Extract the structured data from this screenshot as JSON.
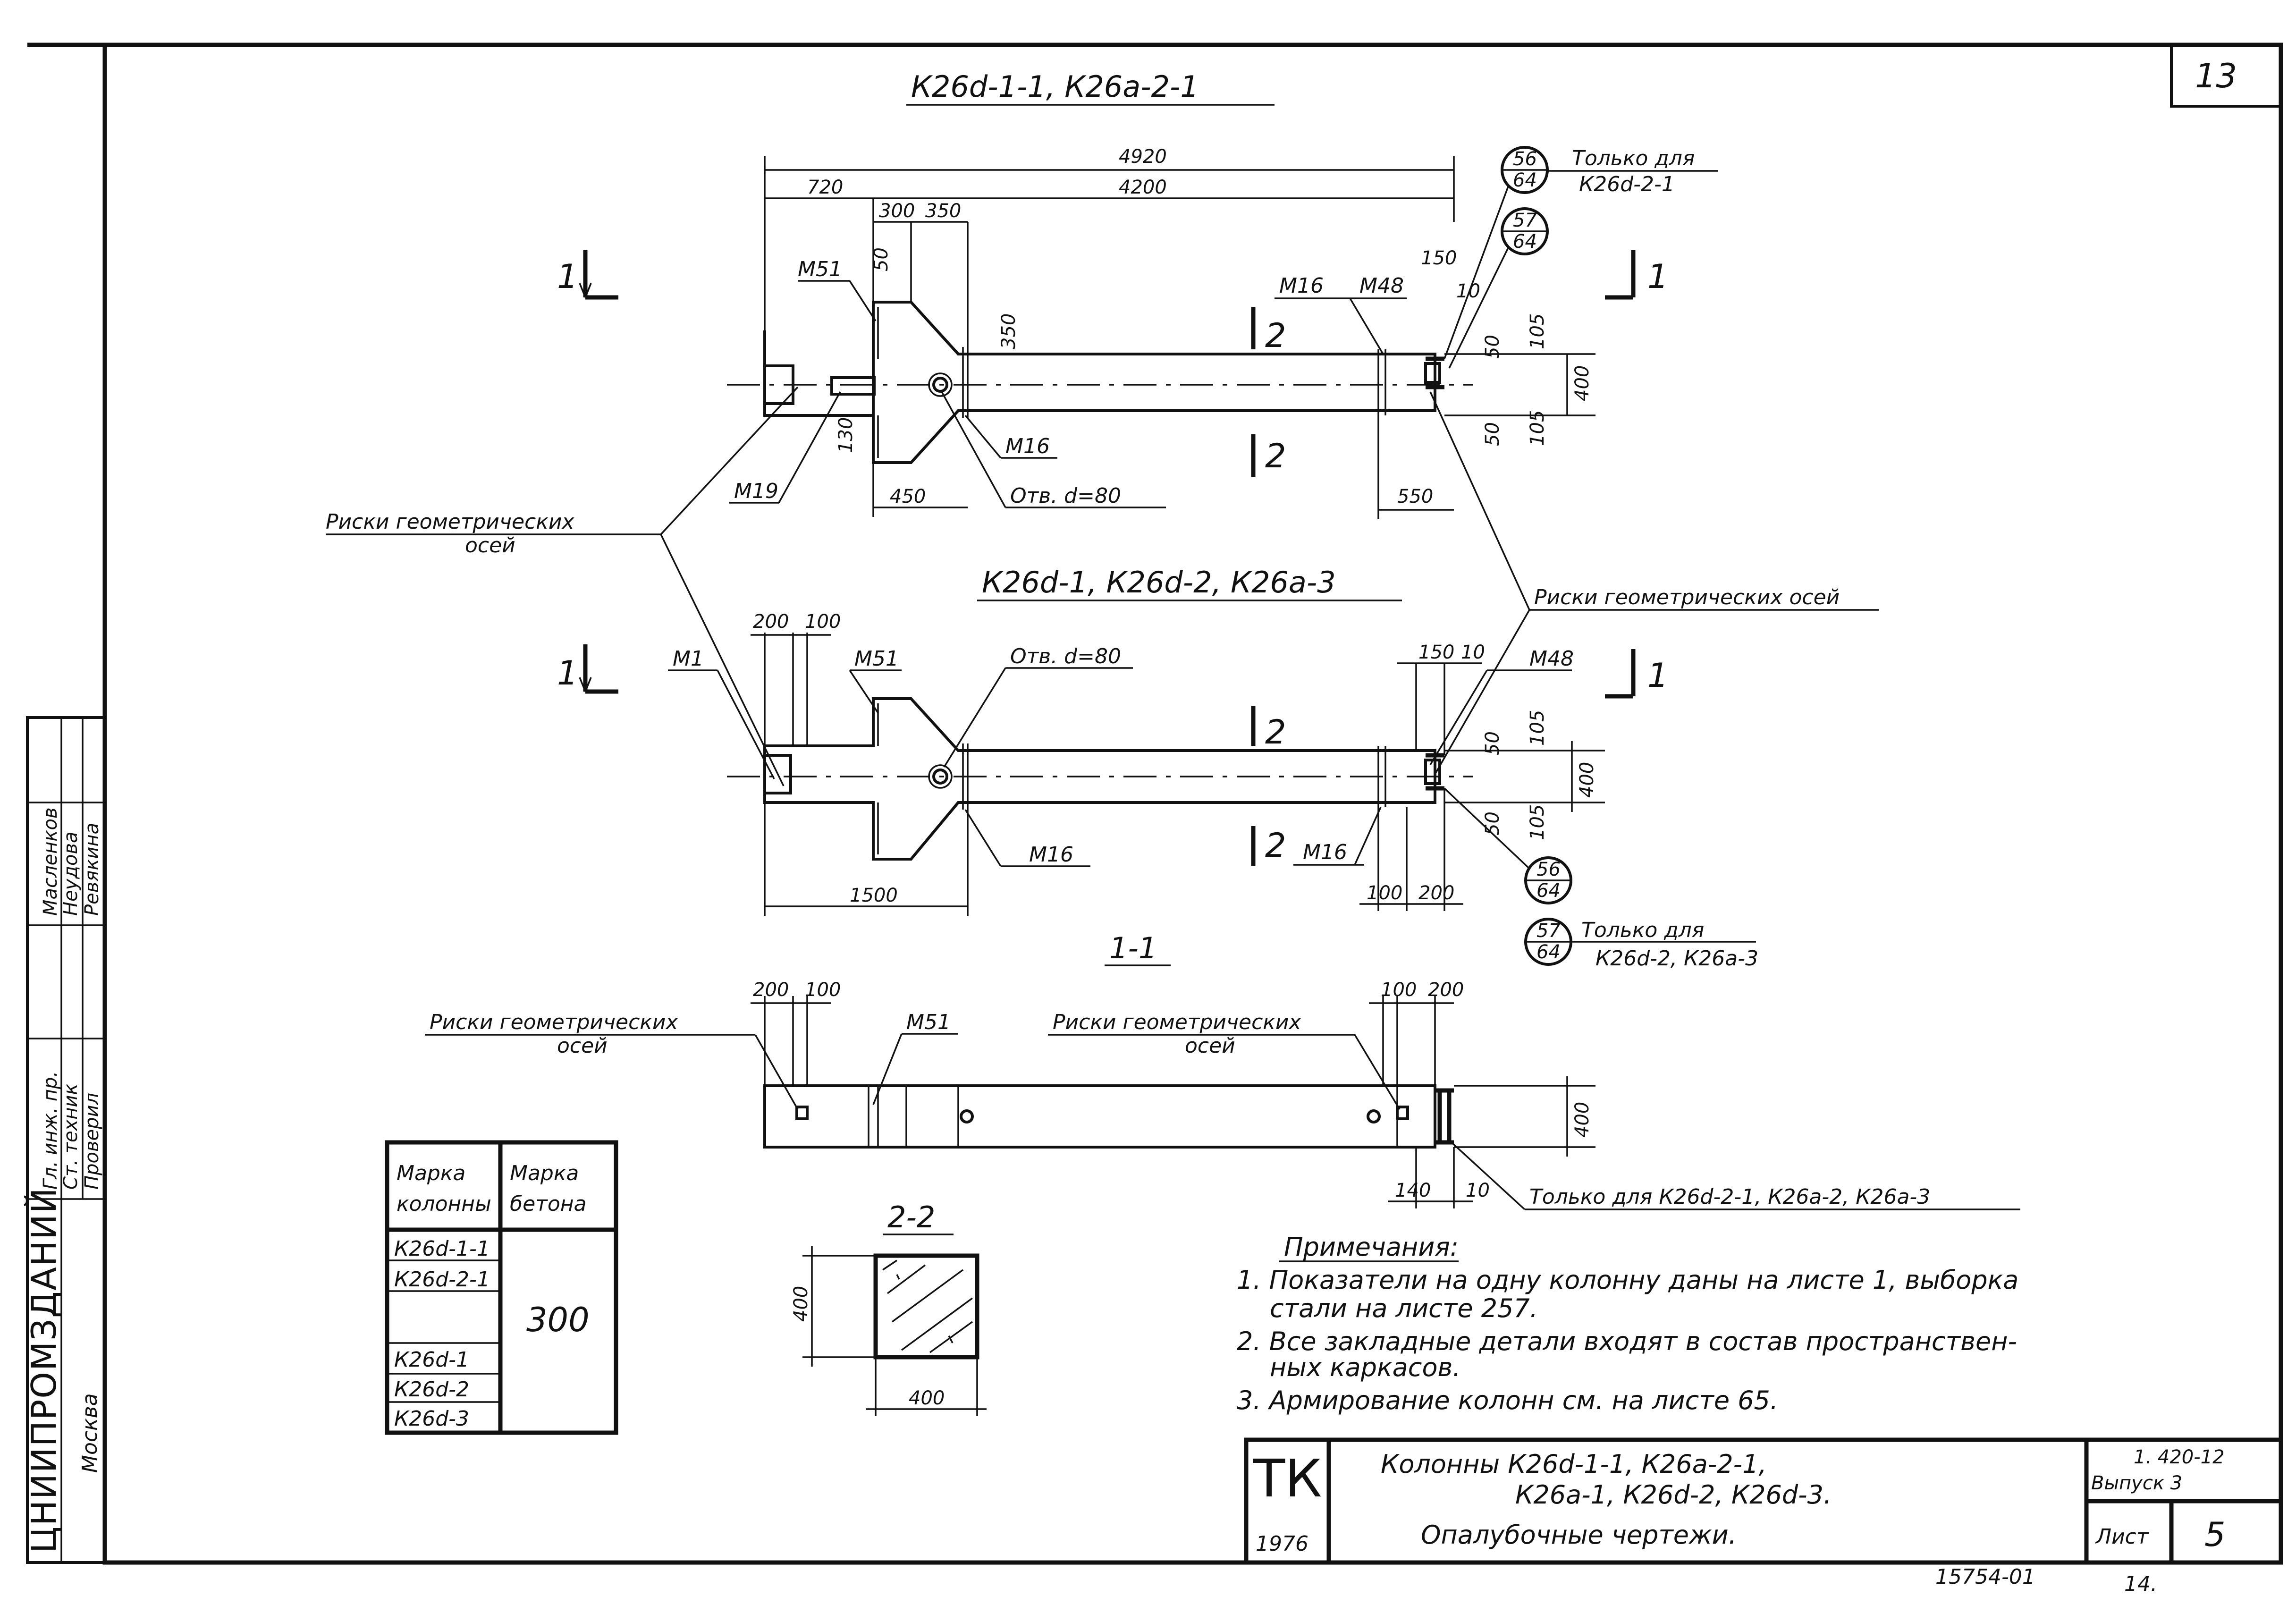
{
  "sheet": {
    "corner_number": "13",
    "bottom_number": "15754-01",
    "bottom_page": "14."
  },
  "views": {
    "top_title": "К26d-1-1, К26a-2-1",
    "mid_title": "К26d-1, К26d-2, К26a-3",
    "section11_title": "1-1",
    "section22_title": "2-2"
  },
  "dims_top": {
    "d4920": "4920",
    "d4200": "4200",
    "d720": "720",
    "d300": "300",
    "d350a": "350",
    "d50": "50",
    "d350b": "350",
    "d130": "130",
    "d450": "450",
    "d550": "550",
    "d150": "150",
    "d10": "10",
    "d50b": "50",
    "d105a": "105",
    "d400": "400",
    "d50c": "50",
    "d105b": "105"
  },
  "labels_top": {
    "m51": "М51",
    "m16a": "М16",
    "m48": "М48",
    "m16b": "М16",
    "m19": "М19",
    "hole": "Отв. d=80",
    "cut1l": "1",
    "cut1r": "1",
    "cut2u": "2",
    "cut2d": "2"
  },
  "bubbles": {
    "b56": "56",
    "b64a": "64",
    "b57": "57",
    "b64b": "64",
    "only_for_a": "Только для",
    "only_for_a2": "К26d-2-1",
    "b56m": "56",
    "b64m": "64",
    "b57m": "57",
    "b64n": "64",
    "only_for_b": "Только для",
    "only_for_b2": "К26d-2, К26a-3"
  },
  "risks": {
    "left_a": "Риски геометрических",
    "left_b": "осей",
    "right": "Риски геометрических осей",
    "s_left_a": "Риски геометрических",
    "s_left_b": "осей",
    "s_right_a": "Риски геометрических",
    "s_right_b": "осей"
  },
  "dims_mid": {
    "d200": "200",
    "d100": "100",
    "d1500": "1500",
    "d150": "150",
    "d10": "10",
    "d50": "50",
    "d105a": "105",
    "d400": "400",
    "d50b": "50",
    "d105b": "105",
    "d100b": "100",
    "d200b": "200"
  },
  "labels_mid": {
    "m1": "М1",
    "m51": "М51",
    "hole": "Отв. d=80",
    "m48": "М48",
    "m16a": "М16",
    "m16b": "М16",
    "cut1l": "1",
    "cut1r": "1",
    "cut2u": "2",
    "cut2d": "2"
  },
  "section11": {
    "d200": "200",
    "d100": "100",
    "m51": "М51",
    "d100b": "100",
    "d200b": "200",
    "d400": "400",
    "d140": "140",
    "d10": "10",
    "only": "Только для К26d-2-1, К26a-2, К26a-3"
  },
  "section22": {
    "d400a": "400",
    "d400b": "400"
  },
  "mark_table": {
    "h1": [
      "Марка",
      "колонны"
    ],
    "h2": [
      "Марка",
      "бетона"
    ],
    "rows": [
      "К26d-1-1",
      "К26d-2-1",
      "К26d-1",
      "К26d-2",
      "К26d-3"
    ],
    "concrete": "300"
  },
  "notes": {
    "title": "Примечания:",
    "n1a": "1. Показатели на одну колонну даны на листе 1, выборка",
    "n1b": "стали на листе 257.",
    "n2a": "2. Все закладные детали входят в состав пространствен-",
    "n2b": "ных каркасов.",
    "n3": "3. Армирование колонн см. на листе 65."
  },
  "title_block": {
    "tk": "ТК",
    "year": "1976",
    "line1": "Колонны  К26d-1-1, К26a-2-1,",
    "line2": "К26a-1, К26d-2, К26d-3.",
    "line3": "Опалубочные   чертежи.",
    "series": "1. 420-12",
    "issue": "Выпуск 3",
    "sheet_label": "Лист",
    "sheet_no": "5"
  },
  "stamp": {
    "org": "ЦНИИПРОМЗДАНИЙ",
    "city": "Москва",
    "roles": [
      "Гл. инж. пр.",
      "Ст. техник",
      "Проверил"
    ],
    "names": [
      "Масленков",
      "Неудова",
      "Ревякина"
    ]
  }
}
